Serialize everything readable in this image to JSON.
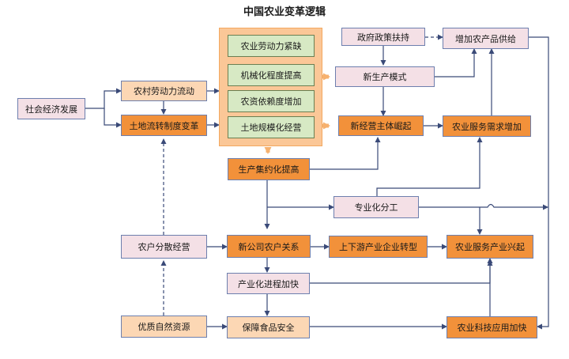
{
  "title": "中国农业变革逻辑",
  "nodes": {
    "shehui": "社会经济发展",
    "nongcun_laodongli": "农村劳动力流动",
    "tudi_liuzhuan": "土地流转制度变革",
    "laodongli_jinque": "农业劳动力紧缺",
    "jixiehua": "机械化程度提高",
    "nongzi": "农资依赖度增加",
    "tudi_guimo": "土地规模化经营",
    "zhengfu": "政府政策扶持",
    "zengjia_gongji": "增加农产品供给",
    "xin_shengchan": "新生产模式",
    "xin_jingying": "新经营主体崛起",
    "fuwu_xuqiu": "农业服务需求增加",
    "jiyue": "生产集约化提高",
    "zhuanye": "专业化分工",
    "fensan": "农户分散经营",
    "gongsi_nonghu": "新公司农户关系",
    "shangxiayou": "上下游产业企业转型",
    "fuwu_chanye": "农业服务产业兴起",
    "chanyehua": "产业化进程加快",
    "youzhi": "优质自然资源",
    "shipin": "保障食品安全",
    "keji": "农业科技应用加快"
  }
}
